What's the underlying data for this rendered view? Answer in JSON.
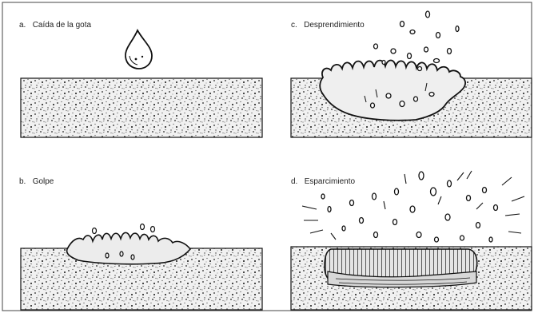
{
  "panels": {
    "a": {
      "letter": "a.",
      "title": "Caída de la gota"
    },
    "b": {
      "letter": "b.",
      "title": "Golpe"
    },
    "c": {
      "letter": "c.",
      "title": "Desprendimiento"
    },
    "d": {
      "letter": "d.",
      "title": "Esparcimiento"
    }
  },
  "colors": {
    "ink": "#111111",
    "soil_fill": "#f2f2f2",
    "crater_fill": "#dcdcdc",
    "frame": "#333333"
  }
}
